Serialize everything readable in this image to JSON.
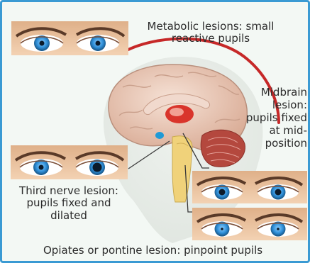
{
  "labels": {
    "metabolic": "Metabolic lesions: small reactive pupils",
    "midbrain": "Midbrain lesion: pupils fixed at mid-position",
    "third_nerve": "Third nerve lesion: pupils fixed and dilated",
    "opiates": "Opiates or pontine lesion: pinpoint pupils"
  },
  "colors": {
    "border": "#3a9ad3",
    "background": "#f3f8f4",
    "arc": "#c62828",
    "iris": "#2f8fd8",
    "skin": "#eec7a2",
    "brain": "#e8c9b8",
    "brainstem": "#f0d27a",
    "cerebellum": "#b4483e"
  },
  "icons": {
    "eye_panels": [
      "eyes-small-reactive-pupils",
      "eyes-midposition-pupils",
      "eyes-dilated-pupils",
      "eyes-pinpoint-pupils"
    ],
    "brain": "brain-sagittal-section"
  }
}
